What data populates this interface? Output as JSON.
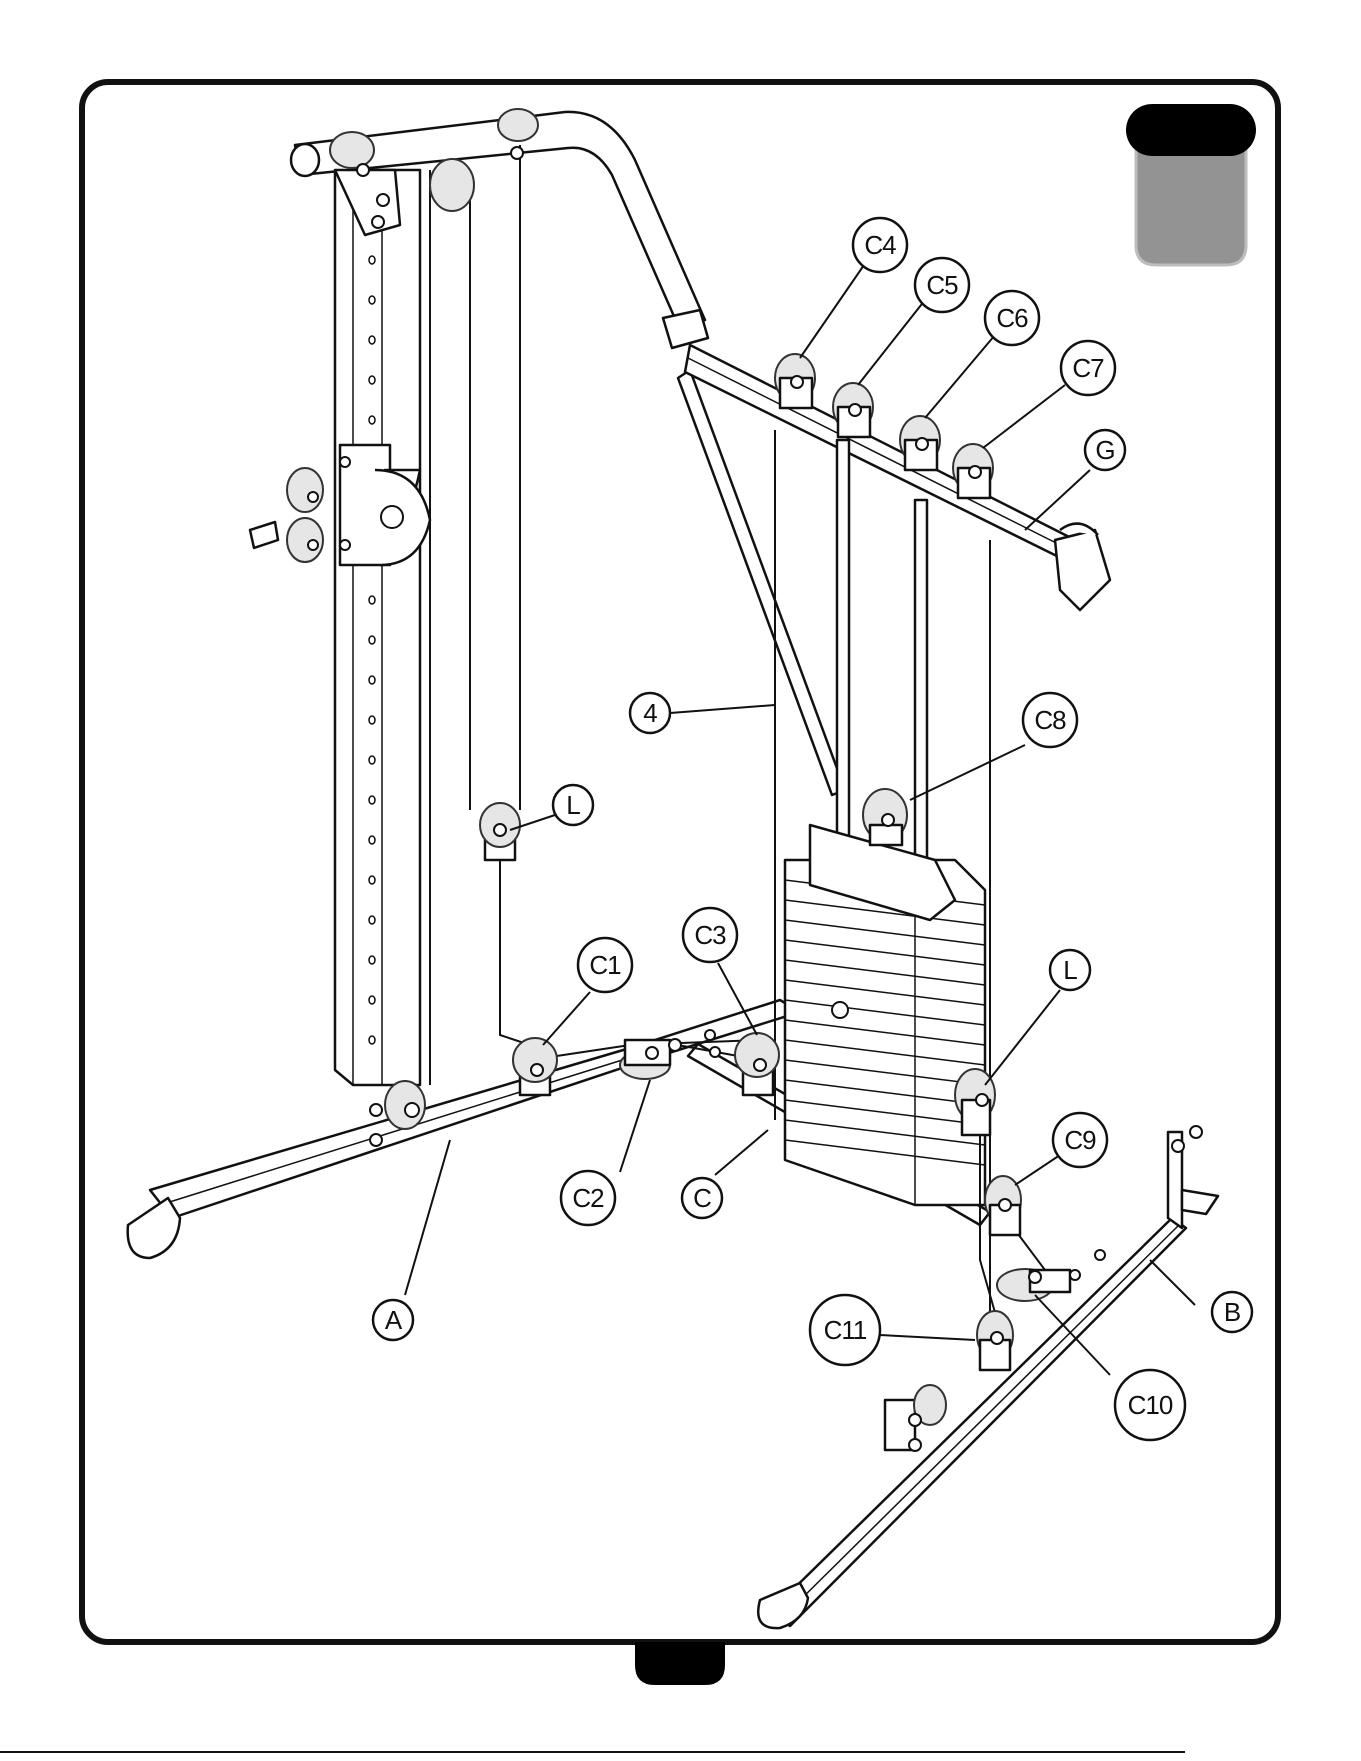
{
  "page": {
    "tab_top_color": "#000000",
    "tab_bottom_color": "#939393",
    "footer_tab_color": "#000000",
    "border_color": "#111111"
  },
  "callouts": [
    {
      "id": "C4",
      "label": "C4"
    },
    {
      "id": "C5",
      "label": "C5"
    },
    {
      "id": "C6",
      "label": "C6"
    },
    {
      "id": "C7",
      "label": "C7"
    },
    {
      "id": "G",
      "label": "G"
    },
    {
      "id": "4",
      "label": "4"
    },
    {
      "id": "C8",
      "label": "C8"
    },
    {
      "id": "L-left",
      "label": "L"
    },
    {
      "id": "C3",
      "label": "C3"
    },
    {
      "id": "C1",
      "label": "C1"
    },
    {
      "id": "L-right",
      "label": "L"
    },
    {
      "id": "C9",
      "label": "C9"
    },
    {
      "id": "C2",
      "label": "C2"
    },
    {
      "id": "C",
      "label": "C"
    },
    {
      "id": "A",
      "label": "A"
    },
    {
      "id": "C11",
      "label": "C11"
    },
    {
      "id": "B",
      "label": "B"
    },
    {
      "id": "C10",
      "label": "C10"
    }
  ]
}
